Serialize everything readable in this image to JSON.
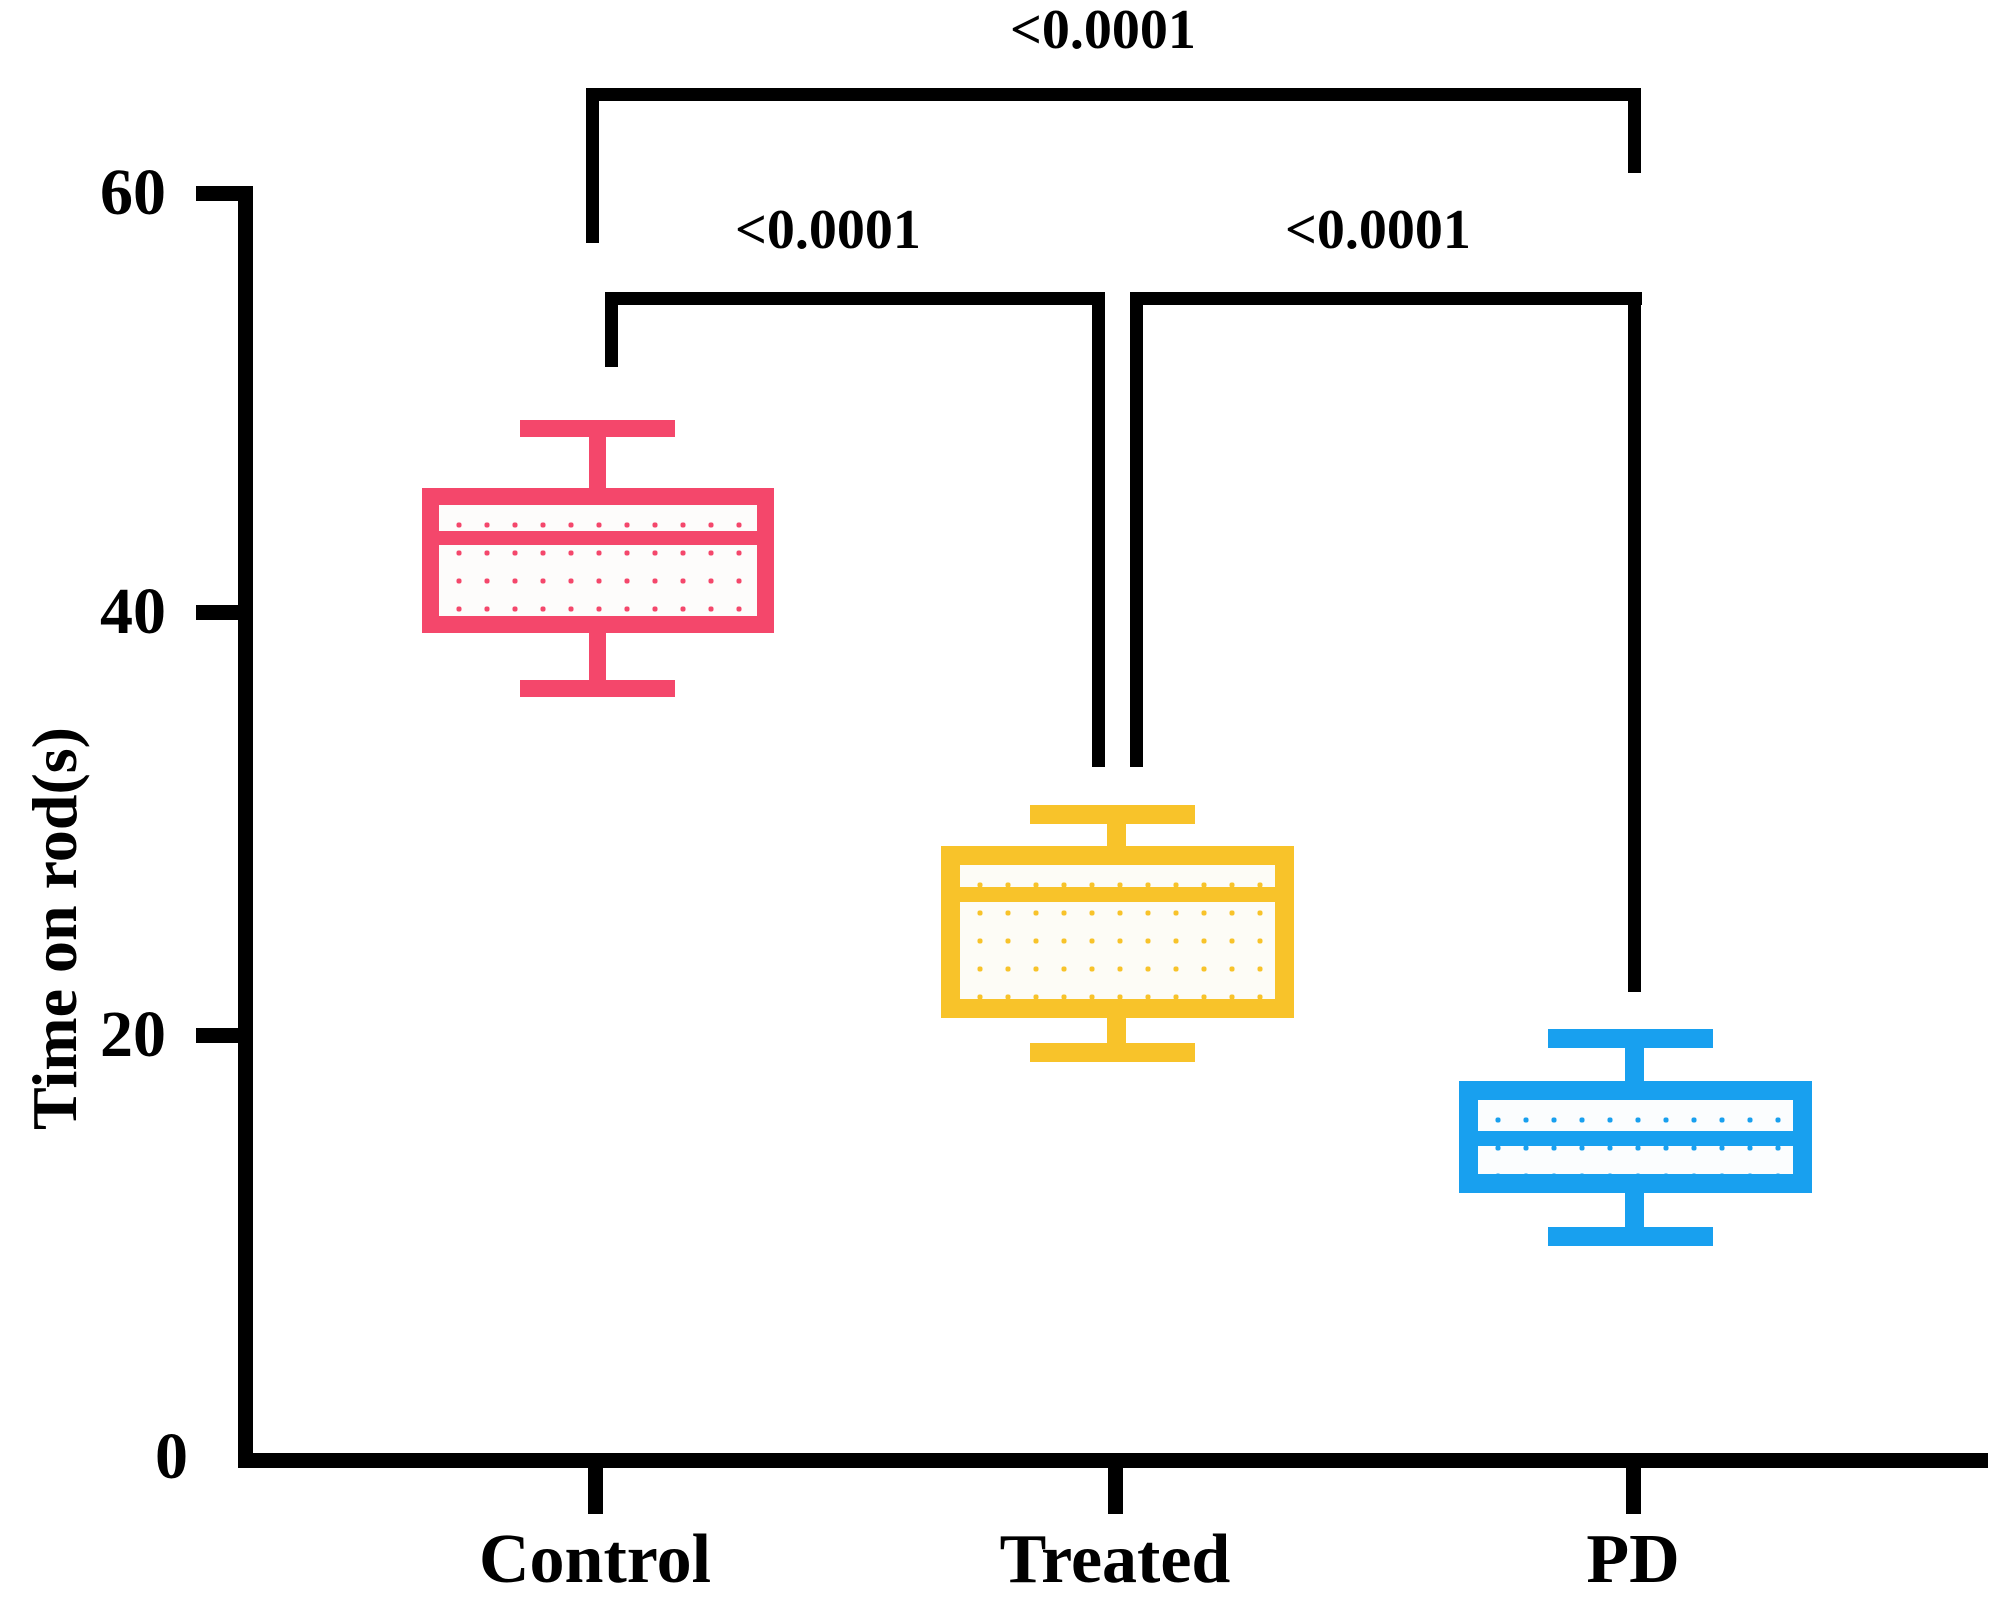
{
  "chart_data": {
    "type": "box",
    "title": "",
    "xlabel": "",
    "ylabel": "Time on rod(s)",
    "categories": [
      "Control",
      "Treated",
      "PD"
    ],
    "ylim": [
      0,
      60
    ],
    "yticks": [
      0,
      20,
      40,
      60
    ],
    "ytick_labels": [
      "0",
      "20",
      "40",
      "60"
    ],
    "grid": false,
    "legend": "none",
    "boxes": [
      {
        "name": "Control",
        "color": "#F4476B",
        "fill": "dotted",
        "whisker_low": 38.0,
        "q1": 41.0,
        "median": 46.0,
        "q3": 47.5,
        "whisker_high": 50.8
      },
      {
        "name": "Treated",
        "color": "#F8C32A",
        "fill": "dotted",
        "whisker_low": 21.0,
        "q1": 22.3,
        "median": 26.8,
        "q3": 29.8,
        "whisker_high": 31.3
      },
      {
        "name": "PD",
        "color": "#18A0EF",
        "fill": "dotted",
        "whisker_low": 10.7,
        "q1": 14.2,
        "median": 16.6,
        "q3": 18.8,
        "whisker_high": 21.0
      }
    ],
    "annotations": [
      {
        "id": "control-vs-pd",
        "text": "<0.0001",
        "groups": [
          "Control",
          "PD"
        ]
      },
      {
        "id": "control-vs-treated",
        "text": "<0.0001",
        "groups": [
          "Control",
          "Treated"
        ]
      },
      {
        "id": "treated-vs-pd",
        "text": "<0.0001",
        "groups": [
          "Treated",
          "PD"
        ]
      }
    ]
  },
  "axes": {
    "y_axis_title": "Time on rod(s)",
    "y_tick_60": "60",
    "y_tick_40": "40",
    "y_tick_20": "20",
    "y_tick_0": "0"
  },
  "x_labels": {
    "control": "Control",
    "treated": "Treated",
    "pd": "PD"
  },
  "significance": {
    "top": "<0.0001",
    "left": "<0.0001",
    "right": "<0.0001"
  },
  "colors": {
    "control": "#F4476B",
    "treated": "#F8C32A",
    "pd": "#18A0EF",
    "axis": "#000000"
  }
}
